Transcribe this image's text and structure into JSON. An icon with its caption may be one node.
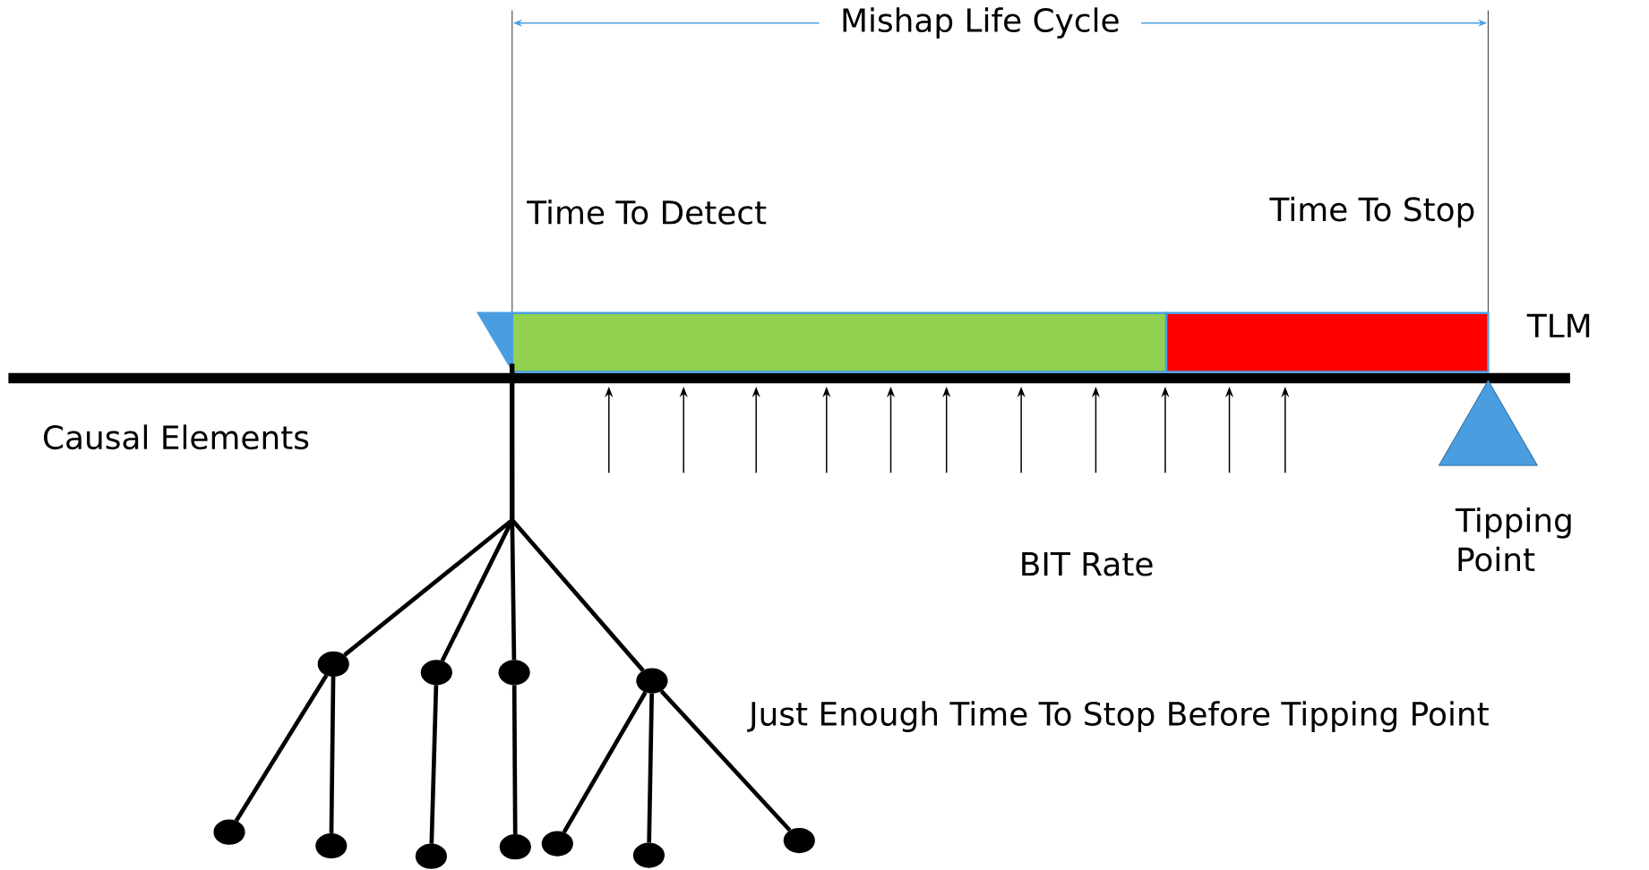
{
  "diagram": {
    "nodes": [
      {
        "text": [
          "Time To Detect"
        ]
      },
      {
        "text": [
          "Time To Stop"
        ]
      },
      {
        "text": [
          "Tipping Point"
        ]
      },
      {
        "text": [],
        "shape": "triangle"
      },
      {
        "text": [],
        "shape": "circle"
      },
      {
        "text": [],
        "shape": "circle"
      },
      {
        "text": [],
        "shape": "circle"
      },
      {
        "text": [],
        "shape": "circle"
      },
      {
        "text": [],
        "shape": "circle"
      },
      {
        "text": [],
        "shape": "circle"
      },
      {
        "text": [],
        "shape": "circle"
      },
      {
        "text": [],
        "shape": "circle"
      },
      {
        "text": [],
        "shape": "circle"
      },
      {
        "text": [],
        "shape": "circle"
      },
      {
        "text": [],
        "shape": "circle"
      }
    ],
    "edges": [
      {
        "from": 3,
        "to": 4,
        "arrow": "none"
      },
      {
        "from": 3,
        "to": 5,
        "arrow": "none"
      },
      {
        "from": 3,
        "to": 6,
        "arrow": "none"
      },
      {
        "from": 3,
        "to": 7,
        "arrow": "none"
      },
      {
        "from": 4,
        "to": 8,
        "arrow": "none"
      },
      {
        "from": 4,
        "to": 9,
        "arrow": "none"
      },
      {
        "from": 5,
        "to": 10,
        "arrow": "none"
      },
      {
        "from": 6,
        "to": 11,
        "arrow": "none"
      },
      {
        "from": 7,
        "to": 12,
        "arrow": "none"
      },
      {
        "from": 7,
        "to": 13,
        "arrow": "none"
      },
      {
        "from": 7,
        "to": 14,
        "arrow": "none"
      }
    ],
    "labels": [
      "Mishap Life Cycle",
      "TLM",
      "Causal Elements",
      "BIT Rate",
      "Just Enough Time To Stop Before Tipping Point"
    ]
  }
}
